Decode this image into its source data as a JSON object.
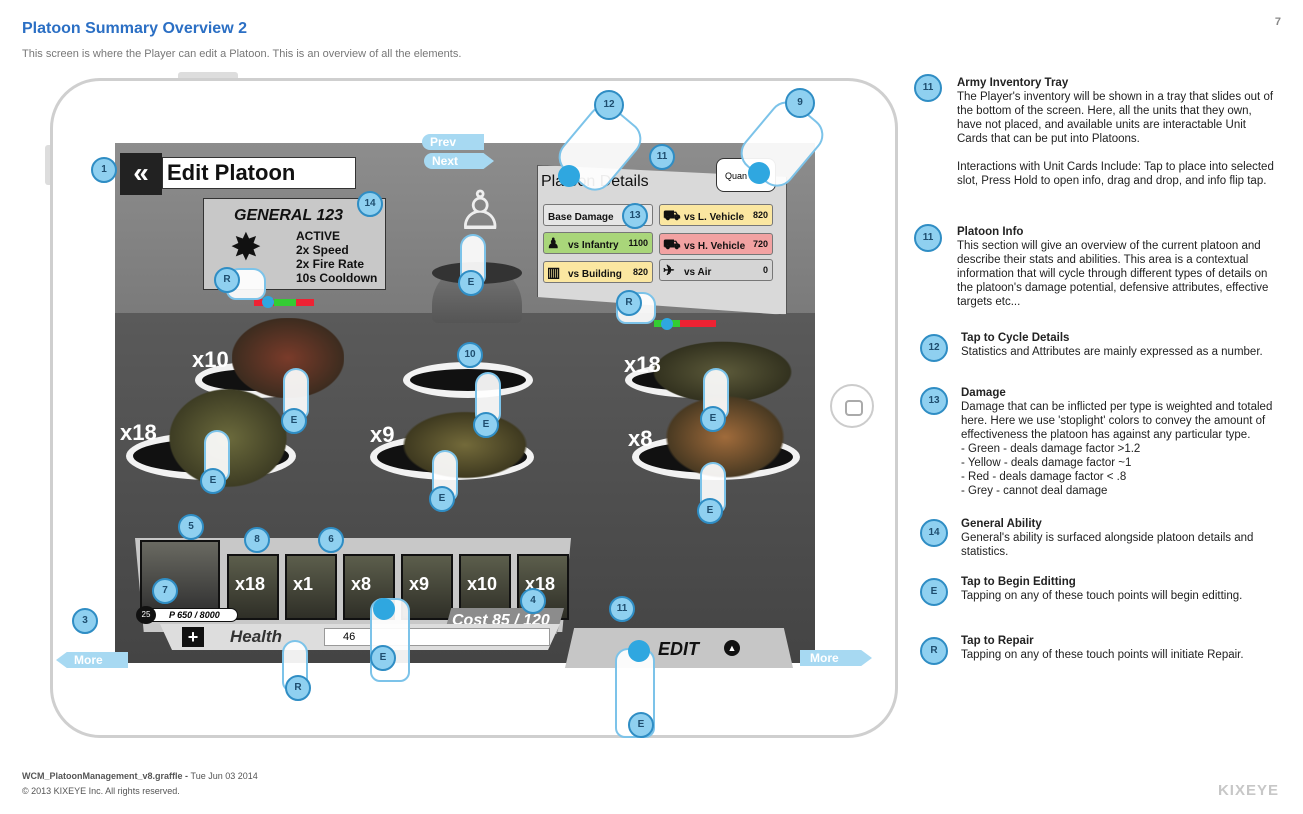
{
  "doc": {
    "title": "Platoon Summary Overview 2",
    "subtitle": "This screen is where the Player can edit a Platoon. This is an overview of all the elements.",
    "page_number": "7",
    "footer_file": "WCM_PlatoonManagement_v8.graffle -",
    "footer_date": "Tue Jun 03 2014",
    "footer_copyright": "© 2013 KIXEYE Inc. All rights reserved.",
    "brand": "KIXEYE"
  },
  "screen": {
    "title": "Edit Platoon",
    "prev_label": "Prev",
    "next_label": "Next",
    "more_left_label": "More",
    "more_right_label": "More",
    "general": {
      "name": "GENERAL 123",
      "lines": [
        "ACTIVE",
        "2x Speed",
        "2x Fire Rate",
        "10s Cooldown"
      ]
    },
    "platoon_details": {
      "title": "Platoon Details",
      "quantity_label": "Quan",
      "stats": [
        {
          "label": "Base Damage",
          "value": "",
          "color": "#e6e6e6"
        },
        {
          "label": "vs L. Vehicle",
          "value": "820",
          "color": "#fbe7a1"
        },
        {
          "label": "vs Infantry",
          "value": "1100",
          "color": "#a9d67a"
        },
        {
          "label": "vs H. Vehicle",
          "value": "720",
          "color": "#f2a2a2"
        },
        {
          "label": "vs Building",
          "value": "820",
          "color": "#fbe7a1"
        },
        {
          "label": "vs Air",
          "value": "0",
          "color": "#d5d5d5"
        }
      ]
    },
    "units": [
      {
        "mult": "x10"
      },
      {
        "mult": "x18"
      },
      {
        "mult": "x9"
      },
      {
        "mult": "x18"
      },
      {
        "mult": "x8"
      }
    ],
    "tray": {
      "xp": "P 650 / 8000",
      "xp_level": "25",
      "cards": [
        "x18",
        "x1",
        "x8",
        "x9",
        "x10",
        "x18"
      ],
      "health_label": "Health",
      "health_value": "46",
      "cost_label": "Cost 85 / 120",
      "edit_label": "EDIT"
    },
    "markers": {
      "m1": "1",
      "m3": "3",
      "m4": "4",
      "m5": "5",
      "m6": "6",
      "m7": "7",
      "m8": "8",
      "m9": "9",
      "m10": "10",
      "m11a": "11",
      "m11b": "11",
      "m12": "12",
      "m13": "13",
      "m14": "14",
      "e": "E",
      "r": "R"
    }
  },
  "annotations": [
    {
      "num": "11",
      "head": "Army Inventory Tray",
      "body": "The Player's inventory will be shown in a tray that slides out of the bottom of the screen. Here, all the units that they own, have not placed, and available units are interactable Unit Cards that can be put into Platoons.",
      "body2": "Interactions with Unit Cards Include: Tap to place into selected slot, Press Hold to open info, drag and drop, and info flip tap."
    },
    {
      "num": "11",
      "head": "Platoon Info",
      "body": "This section will give an overview of the current platoon and describe their stats and abilities.  This area is a contextual information that will cycle through different types of details on the platoon's damage potential, defensive attributes, effective targets etc...",
      "body2": ""
    },
    {
      "num": "12",
      "head": "Tap to Cycle Details",
      "body": "Statistics and Attributes are mainly expressed as a number.",
      "body2": ""
    },
    {
      "num": "13",
      "head": "Damage",
      "body": "Damage that can be inflicted per type is weighted and totaled here. Here we use 'stoplight' colors to convey the amount of effectiveness the platoon has against any particular type.",
      "body2": "-  Green - deals damage factor >1.2\n- Yellow - deals damage factor ~1\n- Red - deals damage factor < .8\n- Grey - cannot deal damage"
    },
    {
      "num": "14",
      "head": "General Ability",
      "body": "General's ability is surfaced alongside platoon details and statistics.",
      "body2": ""
    },
    {
      "num": "E",
      "head": "Tap to Begin Editting",
      "body": "Tapping on any of these touch points will begin editting.",
      "body2": ""
    },
    {
      "num": "R",
      "head": "Tap to Repair",
      "body": "Tapping on any of these touch points will initiate Repair.",
      "body2": ""
    }
  ]
}
